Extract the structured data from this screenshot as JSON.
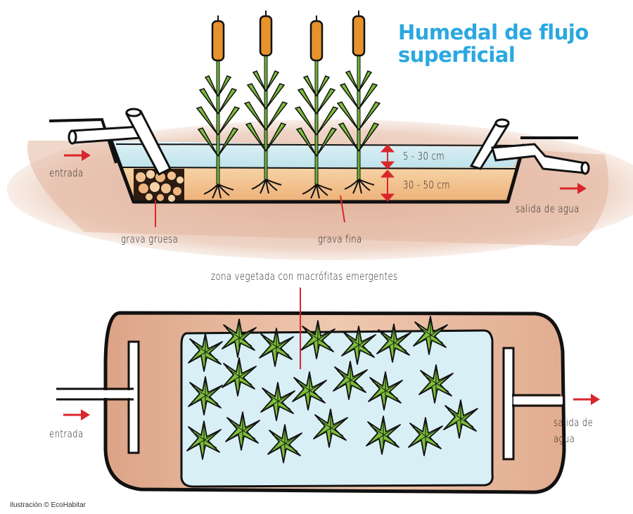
{
  "title": {
    "line1": "Humedal de flujo",
    "line2": "superficial",
    "color": "#2aa8e0"
  },
  "section_view": {
    "labels": {
      "inlet": "entrada",
      "outlet": "salida de agua",
      "coarse_gravel": "grava gruesa",
      "fine_gravel": "grava fina",
      "water_depth": "5 - 30 cm",
      "gravel_depth": "30 - 50 cm"
    },
    "plants_count": 4,
    "colors": {
      "water": "#a9dbe6",
      "gravel": "#f1c08e",
      "soil": "#d9a68a",
      "cattail": "#e8922c",
      "leaf": "#7cbf3a",
      "arrow": "#d9262b"
    }
  },
  "plan_view": {
    "labels": {
      "vegetated_zone": "zona vegetada con macrófitas emergentes",
      "inlet": "entrada",
      "outlet_line1": "salida de",
      "outlet_line2": "agua"
    },
    "colors": {
      "basin": "#e8b99a",
      "water": "#d6eef5",
      "plants": "#7cbf3a"
    }
  },
  "credit": "Ilustración © EcoHabitar"
}
